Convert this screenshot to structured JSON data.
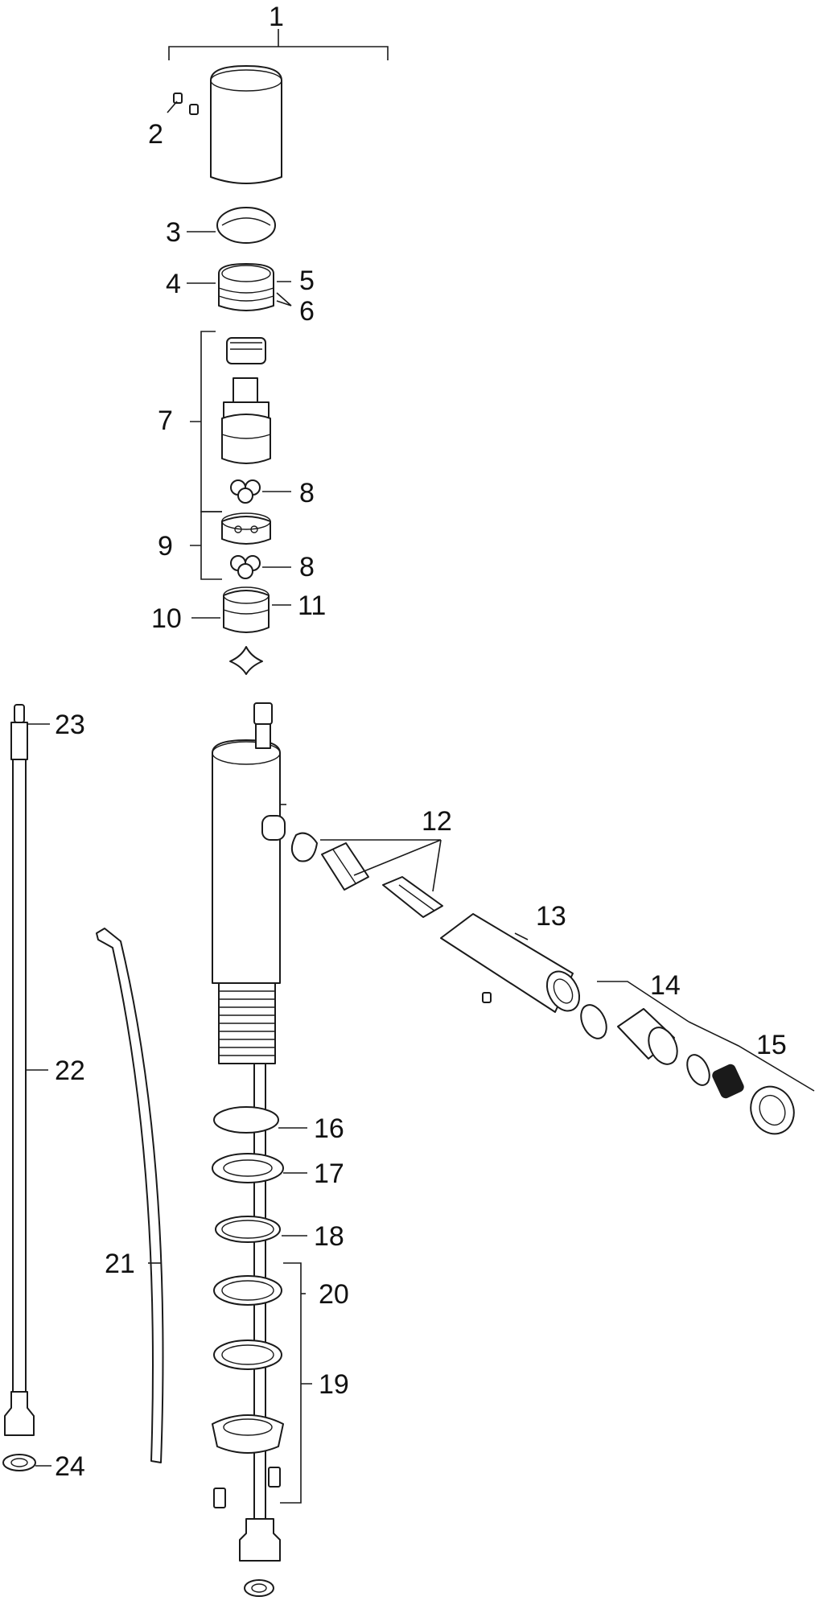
{
  "callouts": [
    {
      "id": "1",
      "label": "1"
    },
    {
      "id": "2",
      "label": "2"
    },
    {
      "id": "3",
      "label": "3"
    },
    {
      "id": "4",
      "label": "4"
    },
    {
      "id": "5",
      "label": "5"
    },
    {
      "id": "6",
      "label": "6"
    },
    {
      "id": "7",
      "label": "7"
    },
    {
      "id": "8a",
      "label": "8"
    },
    {
      "id": "9",
      "label": "9"
    },
    {
      "id": "8b",
      "label": "8"
    },
    {
      "id": "10",
      "label": "10"
    },
    {
      "id": "11",
      "label": "11"
    },
    {
      "id": "12",
      "label": "12"
    },
    {
      "id": "13",
      "label": "13"
    },
    {
      "id": "14",
      "label": "14"
    },
    {
      "id": "15",
      "label": "15"
    },
    {
      "id": "16",
      "label": "16"
    },
    {
      "id": "17",
      "label": "17"
    },
    {
      "id": "18",
      "label": "18"
    },
    {
      "id": "19",
      "label": "19"
    },
    {
      "id": "20",
      "label": "20"
    },
    {
      "id": "21",
      "label": "21"
    },
    {
      "id": "22",
      "label": "22"
    },
    {
      "id": "23",
      "label": "23"
    },
    {
      "id": "24",
      "label": "24"
    }
  ]
}
